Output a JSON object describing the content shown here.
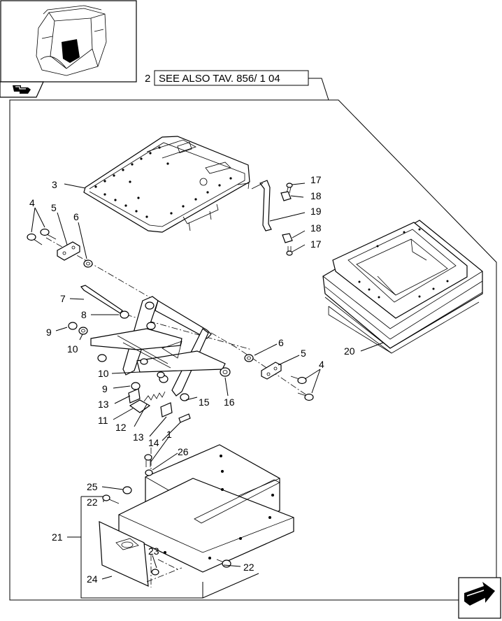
{
  "see_also": {
    "number": "2",
    "text": "SEE ALSO TAV. 856/ 1 04"
  },
  "callouts": [
    {
      "id": "c3",
      "text": "3"
    },
    {
      "id": "c4a",
      "text": "4"
    },
    {
      "id": "c5a",
      "text": "5"
    },
    {
      "id": "c6a",
      "text": "6"
    },
    {
      "id": "c7",
      "text": "7"
    },
    {
      "id": "c8",
      "text": "8"
    },
    {
      "id": "c9a",
      "text": "9"
    },
    {
      "id": "c10a",
      "text": "10"
    },
    {
      "id": "c10b",
      "text": "10"
    },
    {
      "id": "c9b",
      "text": "9"
    },
    {
      "id": "c13a",
      "text": "13"
    },
    {
      "id": "c11",
      "text": "11"
    },
    {
      "id": "c12",
      "text": "12"
    },
    {
      "id": "c13b",
      "text": "13"
    },
    {
      "id": "c14",
      "text": "14"
    },
    {
      "id": "c1",
      "text": "1"
    },
    {
      "id": "c26",
      "text": "26"
    },
    {
      "id": "c25",
      "text": "25"
    },
    {
      "id": "c22a",
      "text": "22"
    },
    {
      "id": "c21",
      "text": "21"
    },
    {
      "id": "c23",
      "text": "23"
    },
    {
      "id": "c24",
      "text": "24"
    },
    {
      "id": "c22b",
      "text": "22"
    },
    {
      "id": "c15",
      "text": "15"
    },
    {
      "id": "c16",
      "text": "16"
    },
    {
      "id": "c6b",
      "text": "6"
    },
    {
      "id": "c5b",
      "text": "5"
    },
    {
      "id": "c4b",
      "text": "4"
    },
    {
      "id": "c20",
      "text": "20"
    },
    {
      "id": "c17a",
      "text": "17"
    },
    {
      "id": "c18a",
      "text": "18"
    },
    {
      "id": "c19",
      "text": "19"
    },
    {
      "id": "c18b",
      "text": "18"
    },
    {
      "id": "c17b",
      "text": "17"
    }
  ],
  "icons": {
    "thumbnail": "tractor-cab-thumbnail",
    "back": "back-arrow-icon",
    "next": "next-page-arrow-icon"
  }
}
